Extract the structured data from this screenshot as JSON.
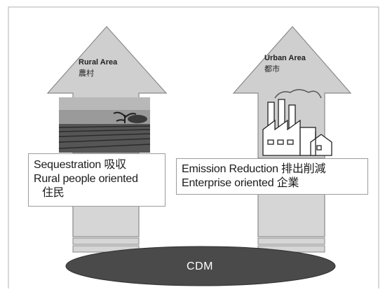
{
  "diagram": {
    "rural": {
      "label": "Rural Area",
      "label_zh": "農村",
      "line1": "Sequestration  吸収",
      "line2": "Rural people oriented",
      "line3": "住民"
    },
    "urban": {
      "label": "Urban Area",
      "label_zh": "都市",
      "line1": "Emission Reduction  排出削減",
      "line2": "Enterprise oriented 企業"
    },
    "cdm": {
      "label": "CDM"
    },
    "colors": {
      "arrow_fill": "#cfcfcf",
      "arrow_stroke": "#8a8a8a",
      "ellipse_fill": "#4a4a4a",
      "frame_stroke": "#b0b0b0"
    }
  }
}
